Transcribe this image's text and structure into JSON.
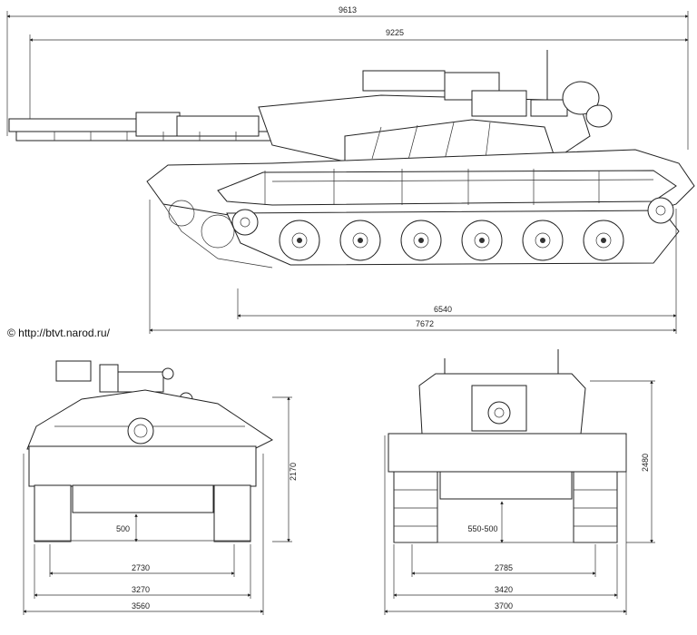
{
  "copyright": "© http://btvt.narod.ru/",
  "side_view": {
    "overall_length": "9613",
    "gun_forward_length": "9225",
    "hull_length": "6540",
    "track_length": "7672"
  },
  "front_view": {
    "height": "2170",
    "ground_clearance": "500",
    "track_centers": "2730",
    "track_outer": "3270",
    "overall_width": "3560"
  },
  "rear_view": {
    "height": "2480",
    "ground_clearance": "550-500",
    "track_centers": "2785",
    "track_outer": "3420",
    "overall_width": "3700"
  }
}
